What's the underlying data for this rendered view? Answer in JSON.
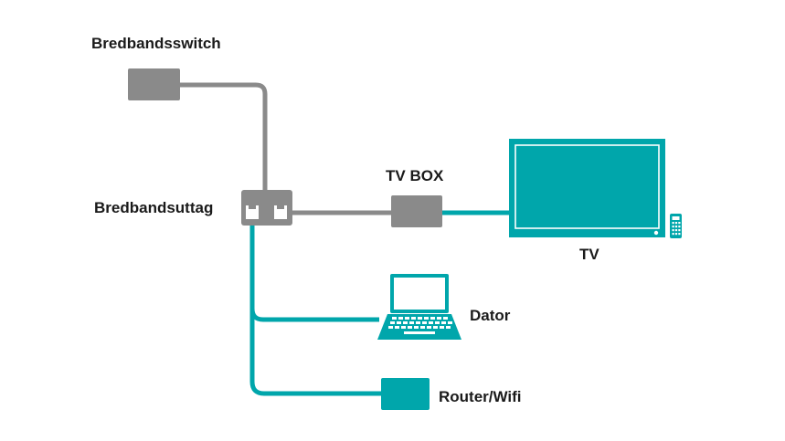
{
  "labels": {
    "switch": "Bredbandsswitch",
    "outlet": "Bredbandsuttag",
    "tvbox": "TV BOX",
    "tv": "TV",
    "computer": "Dator",
    "router": "Router/Wifi"
  },
  "colors": {
    "teal": "#00a6ab",
    "gray": "#8a8a8a",
    "text": "#1a1a1a"
  },
  "icons": {
    "switch": "switch-device-icon",
    "outlet": "wall-outlet-icon",
    "tvbox": "set-top-box-icon",
    "tv": "tv-screen-icon",
    "remote": "remote-control-icon",
    "computer": "laptop-icon",
    "router": "router-device-icon"
  }
}
